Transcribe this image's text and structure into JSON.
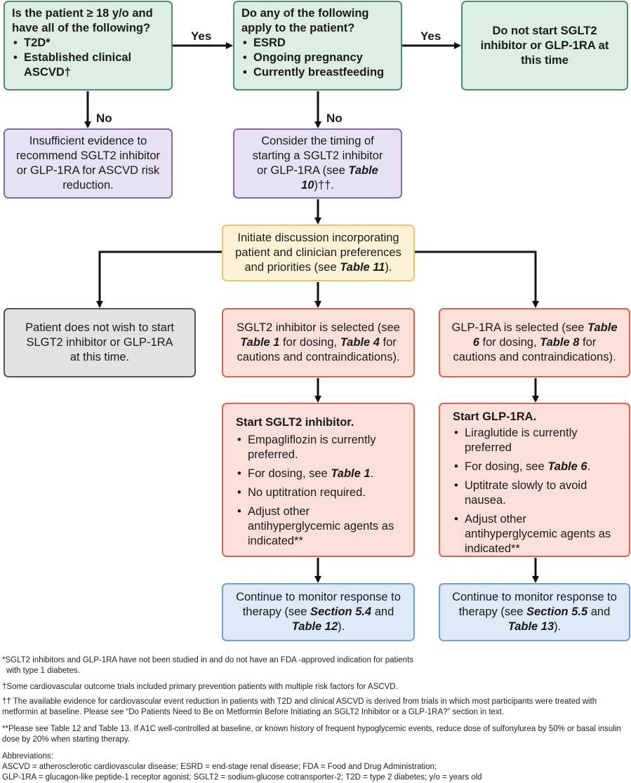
{
  "box1": {
    "line1": "Is the patient ≥ 18 y/o and",
    "line2": "have all of the following?",
    "bullets": [
      "T2D*",
      "Established clinical ASCVD†"
    ]
  },
  "box2": {
    "line1": "Do any of the following",
    "line2": "apply to the patient?",
    "bullets": [
      "ESRD",
      "Ongoing pregnancy",
      "Currently breastfeeding"
    ]
  },
  "box3": {
    "text": "Do not start SGLT2 inhibitor or GLP-1RA at this time"
  },
  "box4": {
    "text": "Insufficient evidence to recommend SGLT2 inhibitor or GLP-1RA for ASCVD risk reduction."
  },
  "box5": {
    "pre": "Consider the timing of starting a SGLT2 inhibitor or GLP-1RA (see ",
    "ref": "Table 10",
    "post": ")††."
  },
  "box6": {
    "pre": "Initiate discussion incorporating patient and clinician preferences and priorities (see ",
    "ref": "Table 11",
    "post": ")."
  },
  "box7": {
    "text": "Patient does not wish to start SLGT2 inhibitor or GLP-1RA at this time."
  },
  "box8": {
    "pre": "SGLT2 inhibitor is selected (see ",
    "ref1": "Table 1",
    "mid": " for dosing, ",
    "ref2": "Table 4",
    "post": " for cautions and contraindications)."
  },
  "box9": {
    "pre": "GLP-1RA is selected (see ",
    "ref1": "Table 6",
    "mid": " for dosing, ",
    "ref2": "Table 8",
    "post": " for cautions and contraindications)."
  },
  "box10": {
    "title": "Start SGLT2 inhibitor.",
    "b1": "Empagliflozin is currently preferred.",
    "b2pre": "For dosing, see ",
    "b2ref": "Table 1",
    "b2post": ".",
    "b3": "No uptitration required.",
    "b4": "Adjust other antihyperglycemic agents as indicated**"
  },
  "box11": {
    "title": "Start GLP-1RA.",
    "b1": "Liraglutide is currently preferred",
    "b2pre": "For dosing, see ",
    "b2ref": "Table 6",
    "b2post": ".",
    "b3": "Uptitrate slowly to avoid nausea.",
    "b4": "Adjust other antihyperglycemic agents as indicated**"
  },
  "box12": {
    "pre": "Continue to monitor response to therapy (see ",
    "ref1": "Section 5.4",
    "mid": " and ",
    "ref2": "Table 12",
    "post": ")."
  },
  "box13": {
    "pre": "Continue to monitor response to therapy (see ",
    "ref1": "Section 5.5",
    "mid": " and ",
    "ref2": "Table 13",
    "post": ")."
  },
  "labels": {
    "yes": "Yes",
    "no": "No"
  },
  "footnotes": {
    "f1a": "*SGLT2 inhibitors and GLP-1RA have not been studied in and do not have an FDA -approved indication for patients",
    "f1b": "with type 1 diabetes.",
    "f2": "†Some cardiovascular outcome trials included primary prevention patients with multiple risk factors for ASCVD.",
    "f3": "†† The available evidence for cardiovascular event reduction in patients with T2D and clinical ASCVD is derived from trials in which most participants were treated with metformin at baseline. Please see “Do Patients Need to Be on Metformin Before Initiating an SGLT2 Inhibitor or a GLP-1RA?” section in text.",
    "f4": "**Please see Table 12 and Table 13. If A1C well-controlled at baseline, or known history of frequent hypoglycemic events, reduce dose of sulfonylurea by 50% or basal insulin dose by 20% when starting therapy.",
    "abbr_title": "Abbreviations:",
    "abbr1": "ASCVD = atherosclerotic cardiovascular disease; ESRD = end-stage renal disease; FDA = Food and Drug Administration;",
    "abbr2": "GLP-1RA = glucagon-like peptide-1 receptor agonist; SGLT2 = sodium-glucose cotransporter-2; T2D = type 2 diabetes; y/o = years old"
  }
}
